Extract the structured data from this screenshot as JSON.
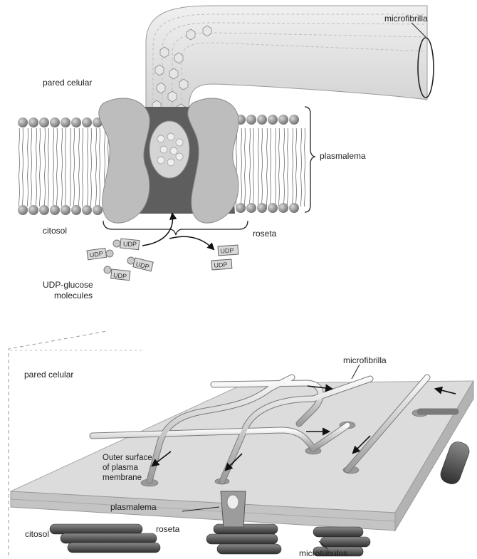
{
  "top_panel": {
    "labels": {
      "microfibrilla": "microfibrilla",
      "pared_celular": "pared celular",
      "plasmalema": "plasmalema",
      "citosol": "citosol",
      "roseta": "roseta",
      "udp_glucose": "UDP-glucose",
      "molecules": "molecules"
    },
    "udp_tags": [
      "UDP",
      "UDP",
      "UDP",
      "UDP",
      "UDP",
      "UDP"
    ]
  },
  "bottom_panel": {
    "labels": {
      "pared_celular": "pared celular",
      "microfibrilla": "microfibrilla",
      "outer_surface_1": "Outer surface",
      "outer_surface_2": "of plasma",
      "outer_surface_3": "membrane",
      "plasmalema": "plasmalema",
      "citosol": "citosol",
      "roseta": "roseta",
      "microtubulos": "microtúbulos"
    }
  },
  "colors": {
    "protein": "#b8b8b8",
    "lipid_head": "#9a9a9a",
    "membrane_slab": "#d9d9d9",
    "microtubule": "#5a5a5a",
    "fibril": "#e2e2e2"
  }
}
